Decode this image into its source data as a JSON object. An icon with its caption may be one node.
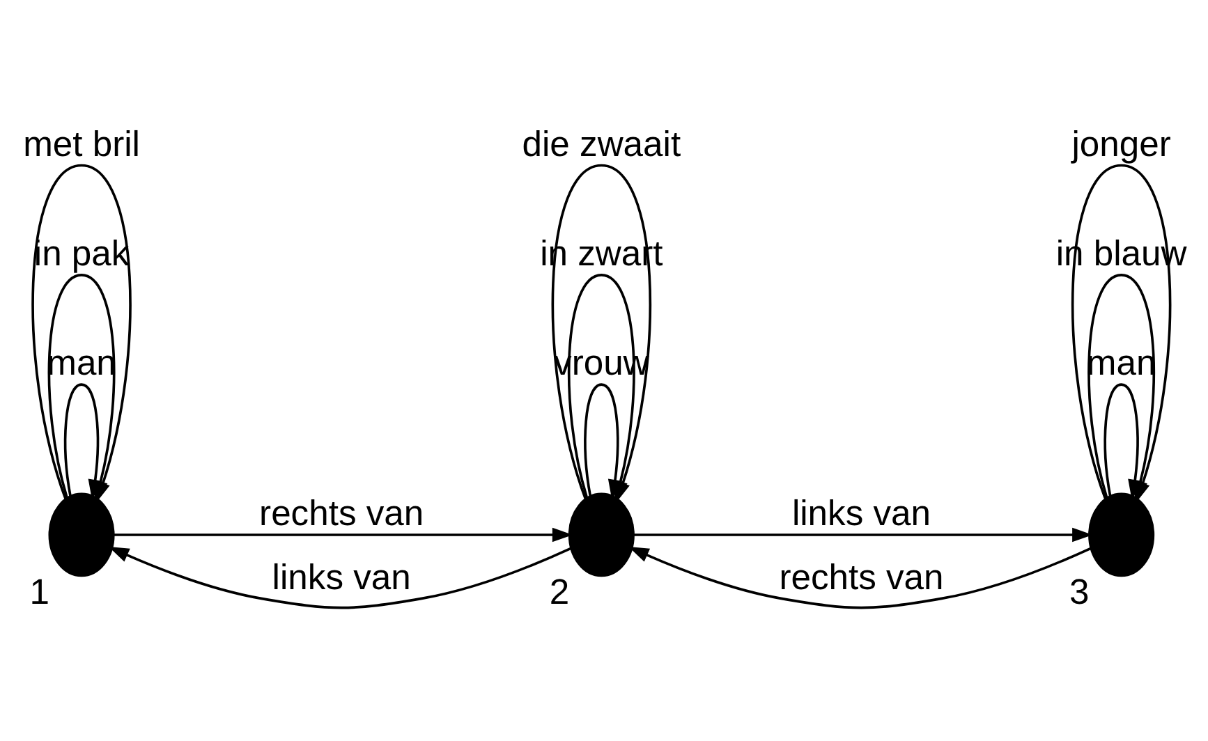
{
  "diagram": {
    "nodes": [
      {
        "text": [],
        "shape": "circle",
        "beside": [
          "1"
        ]
      },
      {
        "text": [],
        "shape": "circle",
        "beside": [
          "2"
        ]
      },
      {
        "text": [],
        "shape": "circle",
        "beside": [
          "3"
        ]
      }
    ],
    "edges": [
      {
        "from": 0,
        "to": 0,
        "arrow": "to",
        "label": "man"
      },
      {
        "from": 0,
        "to": 0,
        "arrow": "to",
        "label": "in pak"
      },
      {
        "from": 0,
        "to": 0,
        "arrow": "to",
        "label": "met bril"
      },
      {
        "from": 1,
        "to": 1,
        "arrow": "to",
        "label": "vrouw"
      },
      {
        "from": 1,
        "to": 1,
        "arrow": "to",
        "label": "in zwart"
      },
      {
        "from": 1,
        "to": 1,
        "arrow": "to",
        "label": "die zwaait"
      },
      {
        "from": 2,
        "to": 2,
        "arrow": "to",
        "label": "man"
      },
      {
        "from": 2,
        "to": 2,
        "arrow": "to",
        "label": "in blauw"
      },
      {
        "from": 2,
        "to": 2,
        "arrow": "to",
        "label": "jonger"
      },
      {
        "from": 0,
        "to": 1,
        "arrow": "to",
        "label": "rechts van"
      },
      {
        "from": 1,
        "to": 0,
        "arrow": "to",
        "label": "links van"
      },
      {
        "from": 1,
        "to": 2,
        "arrow": "to",
        "label": "links van"
      },
      {
        "from": 2,
        "to": 1,
        "arrow": "to",
        "label": "rechts van"
      }
    ]
  }
}
